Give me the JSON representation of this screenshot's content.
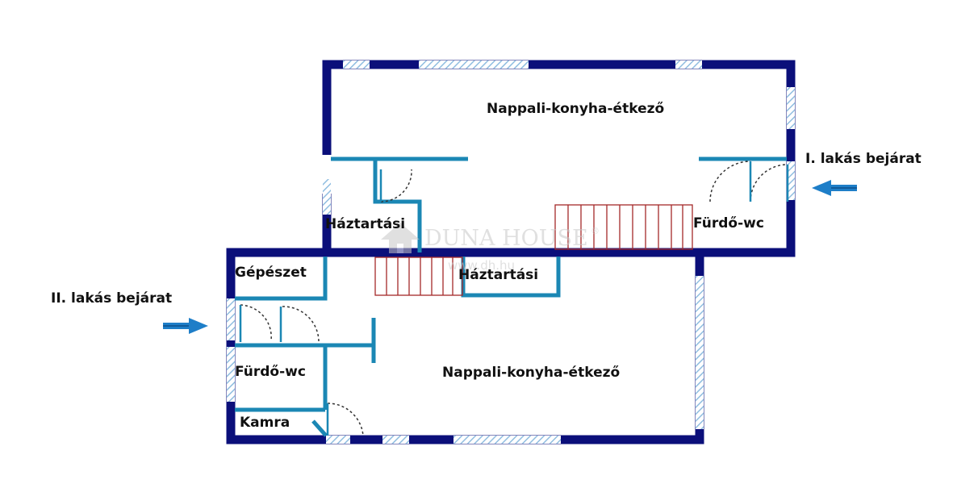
{
  "colors": {
    "outer_wall": "#0b0f7a",
    "inner_wall": "#1b87b4",
    "window": "#9fc8e6",
    "stairs": "#a52a2a",
    "arrow": "#1e7ec8",
    "door_arc": "#333333",
    "text": "#111111",
    "watermark": "#c8c8c8"
  },
  "upper_floor": {
    "living": "Nappali-konyha-étkező",
    "utility": "Háztartási",
    "bathroom": "Fürdő-wc"
  },
  "lower_floor": {
    "mechanical": "Gépészet",
    "utility": "Háztartási",
    "bathroom": "Fürdő-wc",
    "pantry": "Kamra",
    "living": "Nappali-konyha-étkező"
  },
  "entrances": {
    "first": "I. lakás bejárat",
    "second": "II. lakás bejárat"
  },
  "watermark": {
    "brand": "DUNA HOUSE",
    "registered": "®",
    "url": "www.dh.hu"
  },
  "icons": {
    "entrance_first": "arrow-left-icon",
    "entrance_second": "arrow-right-icon",
    "watermark_logo": "house-logo-icon"
  }
}
